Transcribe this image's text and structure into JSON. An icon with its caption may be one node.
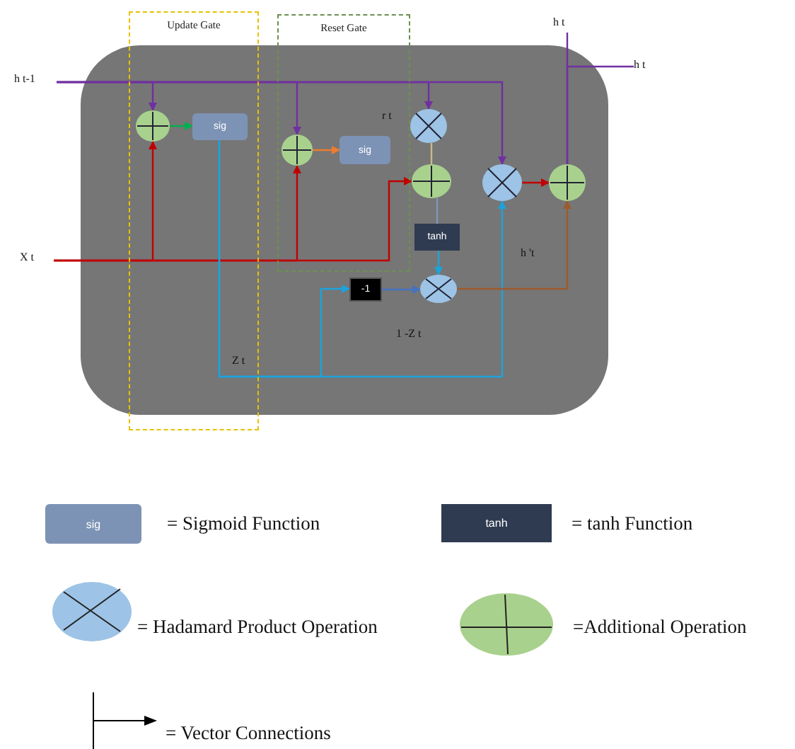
{
  "diagram": {
    "nodes": [
      {
        "text": [
          "Update Gate"
        ]
      },
      {
        "text": [
          "Reset Gate"
        ]
      },
      {
        "text": [
          "h t"
        ]
      },
      {
        "text": [
          "h t"
        ]
      },
      {
        "text": [
          "h t-1"
        ]
      },
      {
        "text": [],
        "shape": "circle",
        "in": 0
      },
      {
        "text": [
          "sig"
        ],
        "in": 0
      },
      {
        "text": [],
        "shape": "circle"
      },
      {
        "text": [],
        "shape": "circle",
        "in": 1
      },
      {
        "text": [
          "sig"
        ],
        "in": 1
      },
      {
        "text": [],
        "shape": "circle"
      },
      {
        "text": [],
        "shape": "circle"
      },
      {
        "text": [],
        "shape": "circle"
      },
      {
        "text": [
          "tanh"
        ]
      },
      {
        "text": [
          "X t"
        ]
      },
      {
        "text": [
          "-1"
        ]
      },
      {
        "text": [],
        "shape": "circle"
      }
    ],
    "edges": [
      {
        "from": 4,
        "to": 5,
        "arrow": "to",
        "color": "#7030a0"
      },
      {
        "from": 4,
        "to": 8,
        "arrow": "to",
        "color": "#7030a0"
      },
      {
        "from": 4,
        "to": 7,
        "arrow": "to",
        "color": "#7030a0"
      },
      {
        "from": 4,
        "to": 11,
        "arrow": "to",
        "color": "#7030a0"
      },
      {
        "from": 14,
        "to": 5,
        "arrow": "to",
        "color": "#c00000"
      },
      {
        "from": 14,
        "to": 8,
        "arrow": "to",
        "color": "#c00000"
      },
      {
        "from": 14,
        "to": 10,
        "arrow": "to",
        "color": "#c00000"
      },
      {
        "from": 5,
        "to": 6,
        "arrow": "to",
        "color": "#00b050"
      },
      {
        "from": 8,
        "to": 9,
        "arrow": "to",
        "color": "#ed7d31"
      },
      {
        "from": 6,
        "to": 11,
        "arrow": "to",
        "color": "#1ca3dc"
      },
      {
        "from": 6,
        "to": 15,
        "arrow": "to",
        "color": "#1ca3dc"
      },
      {
        "from": 15,
        "to": 16,
        "arrow": "to",
        "color": "#4472c4"
      },
      {
        "from": 13,
        "to": 16,
        "arrow": "to",
        "color": "#1ca3dc"
      },
      {
        "from": 7,
        "to": 10,
        "arrow": "none",
        "color": "#c9b98a"
      },
      {
        "from": 10,
        "to": 13,
        "arrow": "none",
        "color": "#7f96b8"
      },
      {
        "from": 11,
        "to": 12,
        "arrow": "to",
        "color": "#c00000"
      },
      {
        "from": 16,
        "to": 12,
        "arrow": "to",
        "color": "#9c5b2c"
      },
      {
        "from": 12,
        "to": 2,
        "arrow": "none",
        "color": "#7030a0"
      },
      {
        "from": 12,
        "to": 3,
        "arrow": "none",
        "color": "#7030a0"
      }
    ],
    "labels": [
      "r t",
      "h 't",
      "1 -Z t",
      "Z t",
      "sig",
      "tanh"
    ],
    "legend": [
      {
        "text": "= Sigmoid Function"
      },
      {
        "text": "= tanh Function"
      },
      {
        "text": "= Hadamard Product Operation"
      },
      {
        "text": "=Additional Operation"
      },
      {
        "text": "= Vector Connections"
      }
    ]
  }
}
